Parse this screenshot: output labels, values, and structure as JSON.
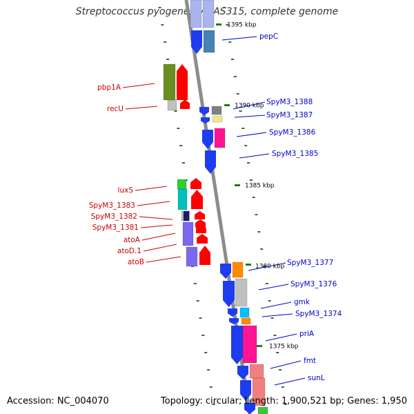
{
  "header": {
    "title": "Streptococcus pyogenes MGAS315, complete genome"
  },
  "footer": {
    "accession": "Accession: NC_004070",
    "stats": "Topology: circular; Length: 1,900,521 bp; Genes: 1,950"
  },
  "colors": {
    "backbone": "#8c8c8c",
    "forward_label": "#0000cc",
    "reverse_label": "#cc0000",
    "tick": "#1f7a1f"
  },
  "kbp_markers": [
    "1395 kbp",
    "1390 kbp",
    "1385 kbp",
    "1380 kbp",
    "1375 kbp"
  ],
  "genes": {
    "forward": [
      "pepC",
      "SpyM3_1388",
      "SpyM3_1387",
      "SpyM3_1386",
      "SpyM3_1385",
      "SpyM3_1377",
      "SpyM3_1376",
      "gmk",
      "SpyM3_1374",
      "priA",
      "fmt",
      "sunL"
    ],
    "reverse": [
      "pbp1A",
      "recU",
      "luxS",
      "SpyM3_1383",
      "SpyM3_1382",
      "SpyM3_1381",
      "atoA",
      "atoD.1",
      "atoB"
    ]
  }
}
